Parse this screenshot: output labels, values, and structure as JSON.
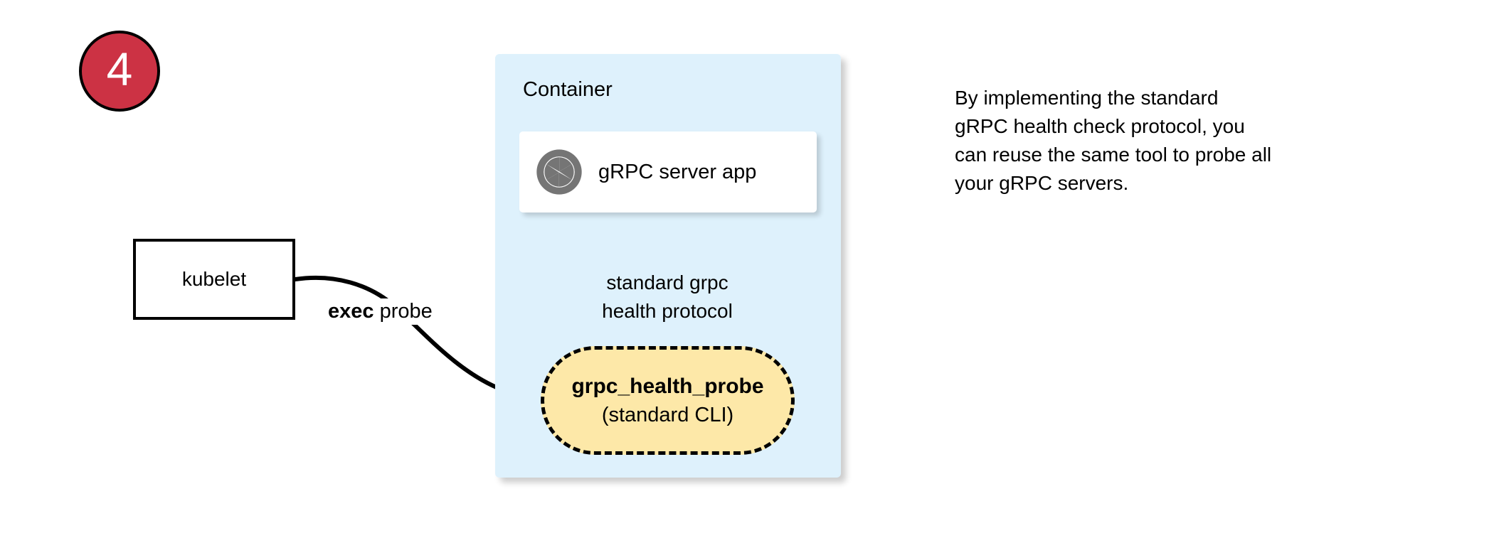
{
  "step": {
    "number": "4"
  },
  "kubelet": {
    "label": "kubelet"
  },
  "edges": {
    "exec_probe": {
      "bold_text": "exec",
      "rest_text": " probe"
    },
    "protocol": {
      "line1": "standard grpc",
      "line2": "health protocol"
    }
  },
  "container": {
    "title": "Container",
    "fill_color": "#DEF1FC",
    "server_card": {
      "icon": "aperture-icon",
      "icon_color": "#757575",
      "label": "gRPC server app"
    },
    "probe": {
      "title": "grpc_health_probe",
      "subtitle": "(standard CLI)",
      "fill_color": "#FDE8A8",
      "border_style": "dashed"
    }
  },
  "caption": {
    "line1": "By implementing the standard",
    "line2": "gRPC health check protocol, you",
    "line3": "can reuse the same tool to probe all",
    "line4": "your gRPC servers."
  },
  "colors": {
    "badge": "#CC3244",
    "stroke": "#000000",
    "background": "#FFFFFF"
  }
}
